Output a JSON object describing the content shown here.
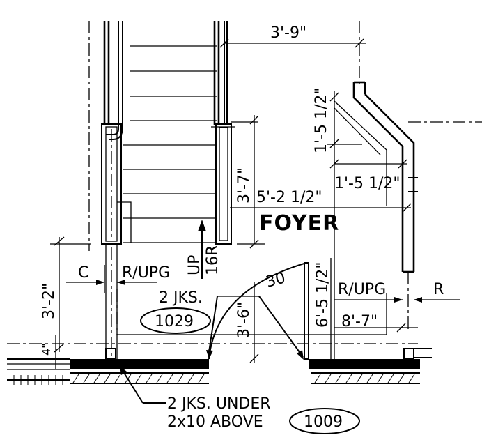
{
  "labels": {
    "dim_3_9": "3'-9\"",
    "dim_1_5_half_a": "1'-5 1/2\"",
    "dim_1_5_half_b": "1'-5 1/2\"",
    "dim_3_7": "3'-7\"",
    "dim_5_2_half": "5'-2 1/2\"",
    "room_name": "FOYER",
    "stair_note": "UP 16R",
    "stair_up": "UP",
    "stair_risers": "16R",
    "dim_3_2": "3'-2\"",
    "dim_c": "C",
    "r_upg_left": "R/UPG",
    "r_upg_right": "R/UPG",
    "dim_r": "R",
    "jacks": "2 JKS.",
    "jacks_id": "1029",
    "door_size": "30",
    "dim_3_6": "3'-6\"",
    "dim_6_5_half": "6'-5 1/2\"",
    "dim_8_7": "8'-7\"",
    "dim_4": "4\"",
    "jacks_under": "2 JKS. UNDER",
    "header_above": "2x10 ABOVE",
    "header_id": "1009"
  }
}
